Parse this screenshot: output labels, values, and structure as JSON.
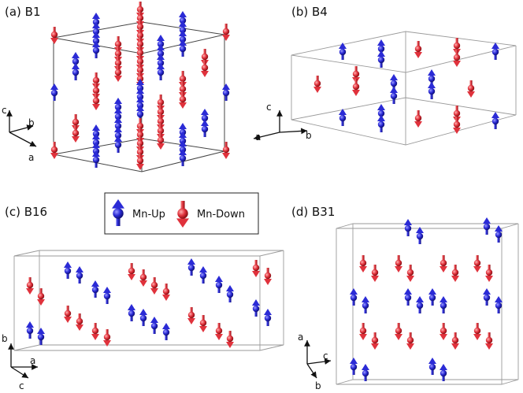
{
  "colors": {
    "up": "#2b2bd6",
    "down": "#e0323c",
    "cell": "#9a9a9a"
  },
  "legend": {
    "up_label": "Mn-Up",
    "down_label": "Mn-Down"
  },
  "panels": [
    {
      "id": "b1",
      "label": "(a) B1",
      "axes": [
        "c",
        "b",
        "a"
      ]
    },
    {
      "id": "b4",
      "label": "(b) B4",
      "axes": [
        "c",
        "a",
        "b"
      ]
    },
    {
      "id": "b16",
      "label": "(c) B16",
      "axes": [
        "b",
        "a",
        "c"
      ]
    },
    {
      "id": "b31",
      "label": "(d) B31",
      "axes": [
        "a",
        "c",
        "b"
      ]
    }
  ]
}
